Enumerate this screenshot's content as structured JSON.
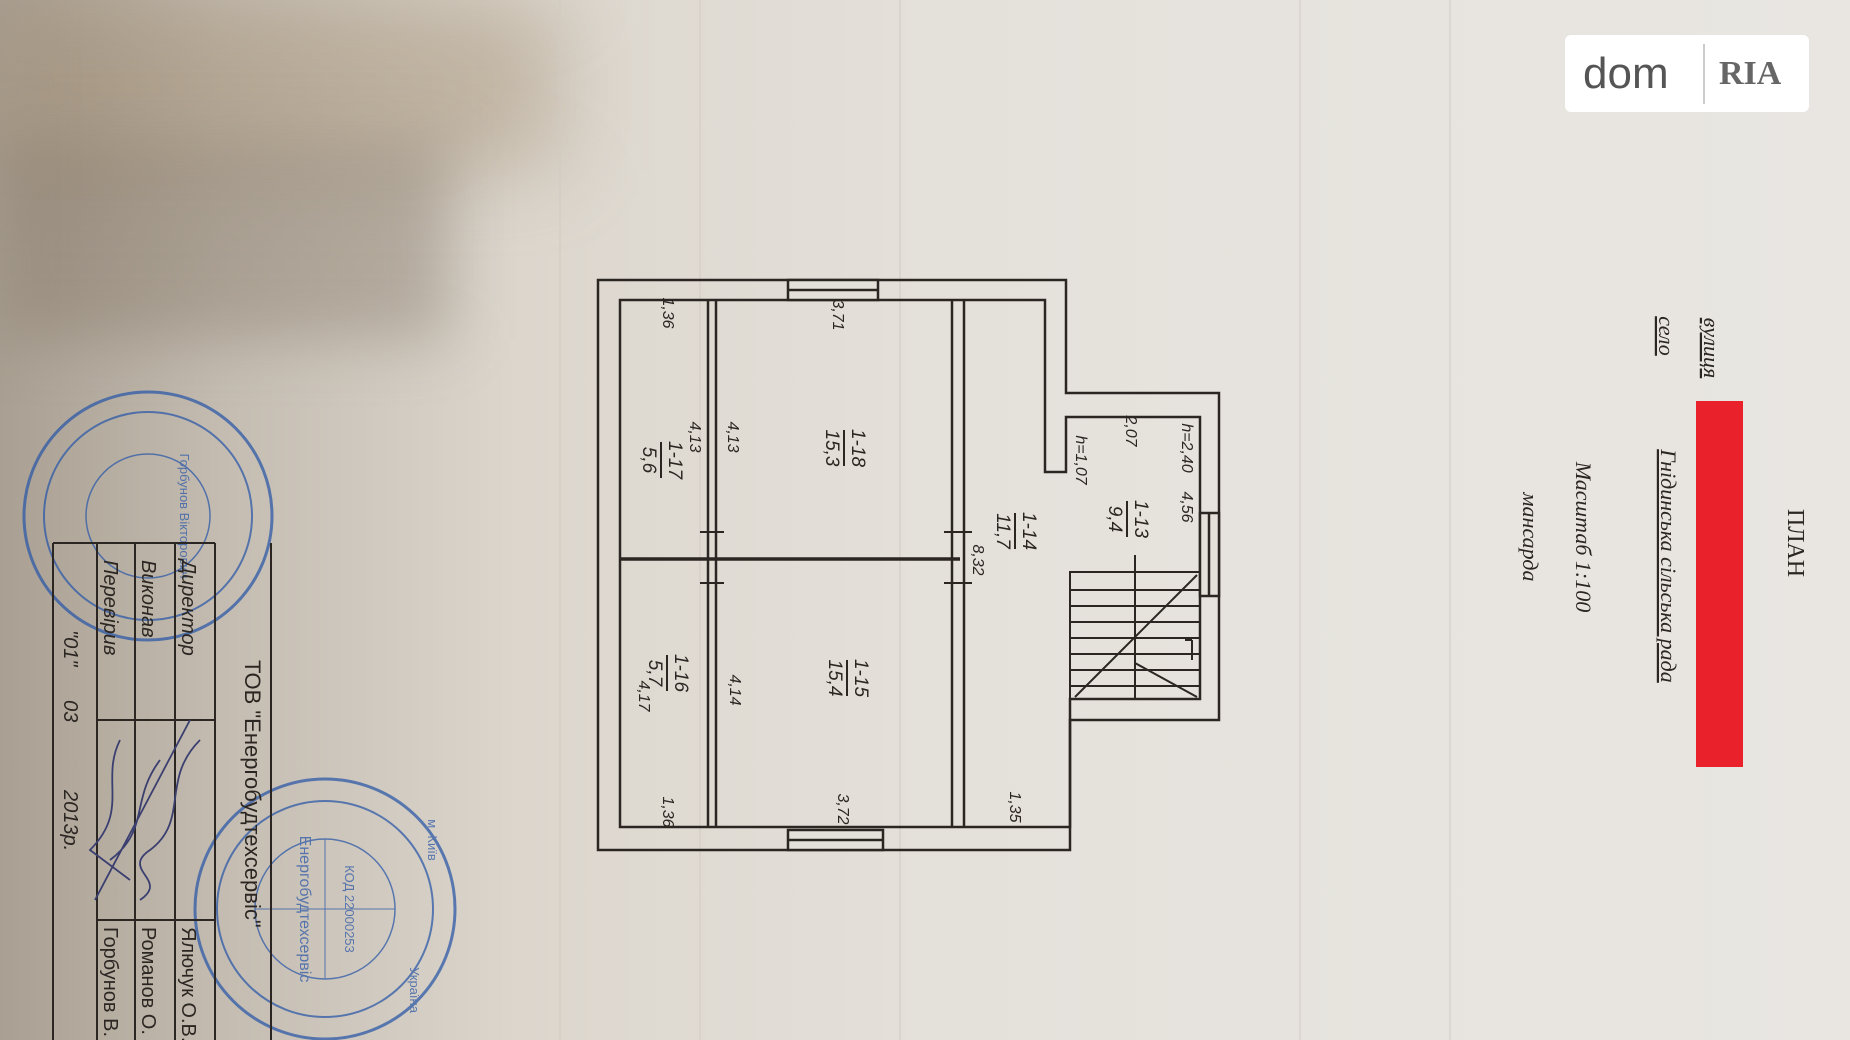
{
  "header": {
    "title": "ПЛАН",
    "street_label": "вулиця",
    "village_label": "село",
    "village_value": "Гнідинська сільська рада",
    "scale": "Масштаб 1:100",
    "floor": "мансарда"
  },
  "logo": {
    "text": "dom",
    "brand": "RIA"
  },
  "rooms": [
    {
      "id": "1-13",
      "area": "9,4"
    },
    {
      "id": "1-14",
      "area": "11,7"
    },
    {
      "id": "1-15",
      "area": "15,4"
    },
    {
      "id": "1-16",
      "area": "5,7"
    },
    {
      "id": "1-17",
      "area": "5,6"
    },
    {
      "id": "1-18",
      "area": "15,3"
    }
  ],
  "dimensions": [
    "1,36",
    "3,71",
    "1,36",
    "3,72",
    "1,35",
    "4,13",
    "4,13",
    "4,17",
    "4,14",
    "8,32",
    "2,07",
    "h=1,07",
    "h=2,40",
    "4,56"
  ],
  "stamp_block": {
    "company": "ТОВ \"Енергобудтехсервіс\"",
    "rows": [
      {
        "role": "Директор",
        "name": "Ялючук О.В."
      },
      {
        "role": "Виконав",
        "name": "Романов О."
      },
      {
        "role": "Перевірив",
        "name": "Горбунов В."
      }
    ],
    "date": {
      "day": "\"01\"",
      "month": "03",
      "year": "2013р."
    }
  },
  "stamps": [
    "Енергобудтехсервіс",
    "м. Київ",
    "Україна",
    "КОД 22000253",
    "Горбунов Вікторович"
  ],
  "colors": {
    "redact": "#e8212b",
    "ink": "#2b2622",
    "stamp": "#2e5aa8"
  }
}
